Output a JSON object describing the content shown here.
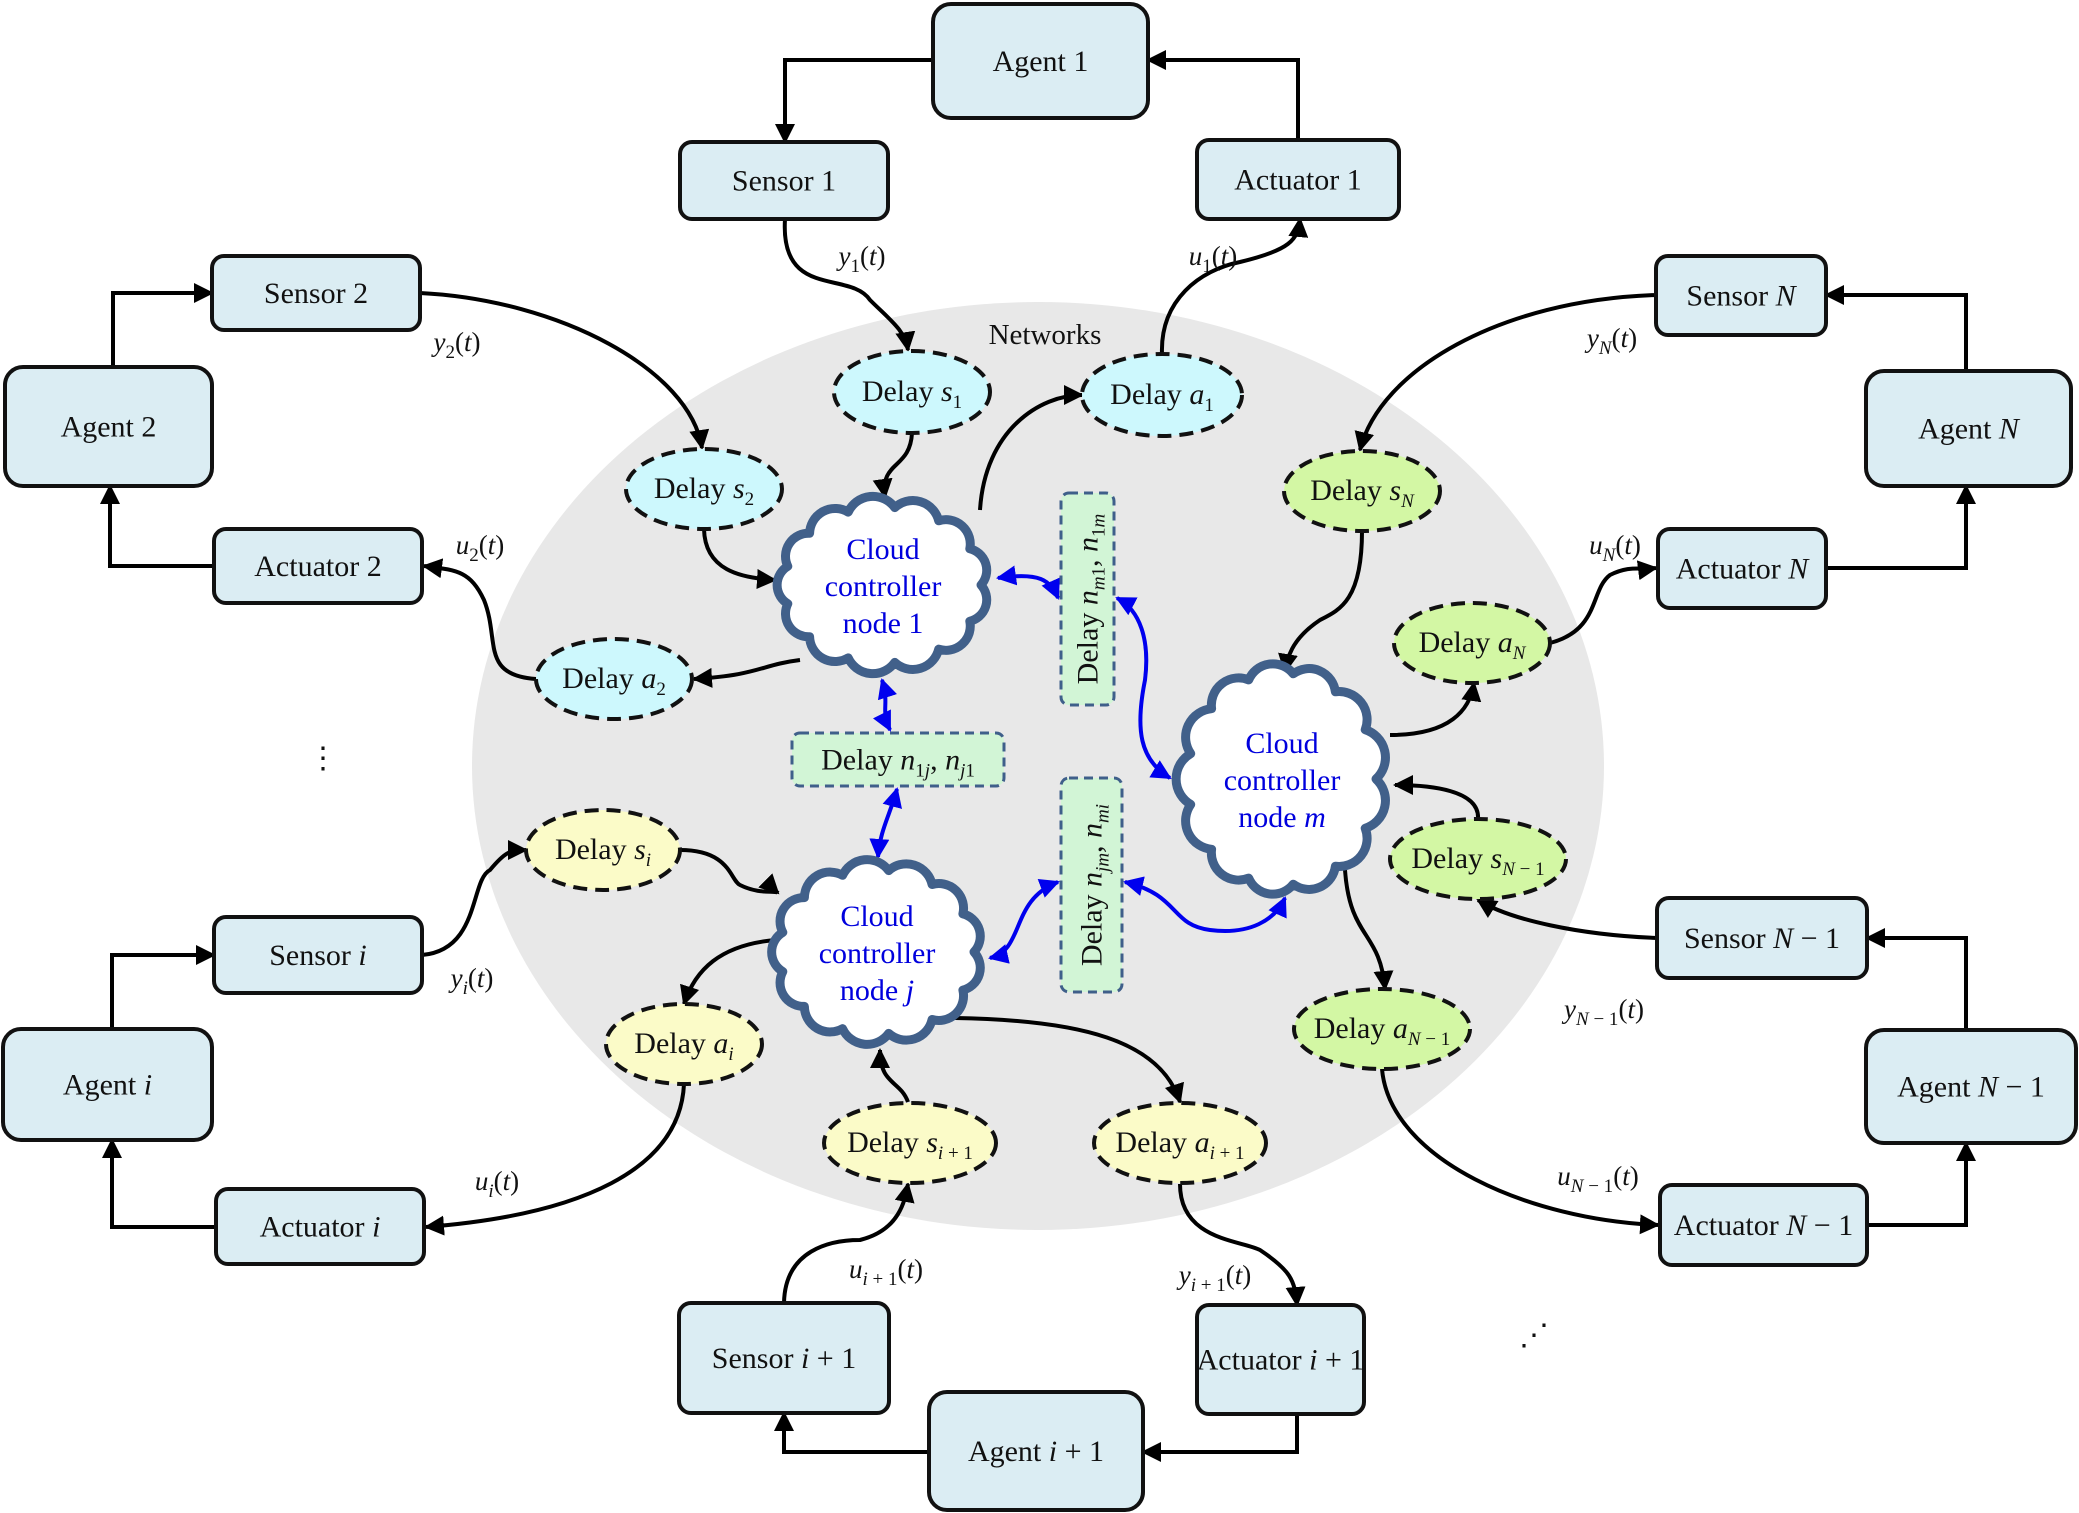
{
  "title": "Networks",
  "colors": {
    "network_region": "#e8e8e8",
    "component_fill": "#dbedf3",
    "component_stroke": "#111111",
    "delay_group_1_2": "#cdf8fd",
    "delay_group_i": "#fbfbc8",
    "delay_group_N": "#d3f7a4",
    "link_delay_fill": "#d2f5d6",
    "link_delay_stroke": "#3f5f8a",
    "cloud_stroke": "#41608a",
    "cloud_text": "#0000dd",
    "link_arrow": "#0000ee",
    "signal_arrow": "#000000"
  },
  "agents": [
    {
      "id": "agent-1",
      "label": [
        {
          "t": "Agent 1"
        }
      ]
    },
    {
      "id": "agent-2",
      "label": [
        {
          "t": "Agent 2"
        }
      ]
    },
    {
      "id": "agent-n",
      "label": [
        {
          "t": "Agent "
        },
        {
          "t": "N",
          "i": true
        }
      ]
    },
    {
      "id": "agent-i",
      "label": [
        {
          "t": "Agent "
        },
        {
          "t": "i",
          "i": true
        }
      ]
    },
    {
      "id": "agent-i-plus-1",
      "label": [
        {
          "t": "Agent "
        },
        {
          "t": "i",
          "i": true
        },
        {
          "t": " + 1"
        }
      ]
    },
    {
      "id": "agent-n-minus-1",
      "label": [
        {
          "t": "Agent "
        },
        {
          "t": "N",
          "i": true
        },
        {
          "t": " − 1"
        }
      ]
    }
  ],
  "sensors": [
    {
      "id": "sensor-1",
      "label": [
        {
          "t": "Sensor 1"
        }
      ]
    },
    {
      "id": "sensor-2",
      "label": [
        {
          "t": "Sensor 2"
        }
      ]
    },
    {
      "id": "sensor-n",
      "label": [
        {
          "t": "Sensor "
        },
        {
          "t": "N",
          "i": true
        }
      ]
    },
    {
      "id": "sensor-i",
      "label": [
        {
          "t": "Sensor "
        },
        {
          "t": "i",
          "i": true
        }
      ]
    },
    {
      "id": "sensor-i-plus-1",
      "label": [
        {
          "t": "Sensor "
        },
        {
          "t": "i",
          "i": true
        },
        {
          "t": " + 1"
        }
      ]
    },
    {
      "id": "sensor-n-minus-1",
      "label": [
        {
          "t": "Sensor "
        },
        {
          "t": "N",
          "i": true
        },
        {
          "t": " − 1"
        }
      ]
    }
  ],
  "actuators": [
    {
      "id": "actuator-1",
      "label": [
        {
          "t": "Actuator 1"
        }
      ]
    },
    {
      "id": "actuator-2",
      "label": [
        {
          "t": "Actuator 2"
        }
      ]
    },
    {
      "id": "actuator-n",
      "label": [
        {
          "t": "Actuator "
        },
        {
          "t": "N",
          "i": true
        }
      ]
    },
    {
      "id": "actuator-i",
      "label": [
        {
          "t": "Actuator "
        },
        {
          "t": "i",
          "i": true
        }
      ]
    },
    {
      "id": "actuator-i-plus-1",
      "label": [
        {
          "t": "Actuator "
        },
        {
          "t": "i",
          "i": true
        },
        {
          "t": " + 1"
        }
      ]
    },
    {
      "id": "actuator-n-minus-1",
      "label": [
        {
          "t": "Actuator "
        },
        {
          "t": "N",
          "i": true
        },
        {
          "t": " − 1"
        }
      ]
    }
  ],
  "delays": [
    {
      "id": "delay-s1",
      "group": "delay_group_1_2",
      "label": [
        {
          "t": "Delay "
        },
        {
          "t": "s",
          "i": true
        },
        {
          "t": "1",
          "sub": true
        }
      ]
    },
    {
      "id": "delay-a1",
      "group": "delay_group_1_2",
      "label": [
        {
          "t": "Delay "
        },
        {
          "t": "a",
          "i": true
        },
        {
          "t": "1",
          "sub": true
        }
      ]
    },
    {
      "id": "delay-s2",
      "group": "delay_group_1_2",
      "label": [
        {
          "t": "Delay "
        },
        {
          "t": "s",
          "i": true
        },
        {
          "t": "2",
          "sub": true
        }
      ]
    },
    {
      "id": "delay-a2",
      "group": "delay_group_1_2",
      "label": [
        {
          "t": "Delay "
        },
        {
          "t": "a",
          "i": true
        },
        {
          "t": "2",
          "sub": true
        }
      ]
    },
    {
      "id": "delay-sN",
      "group": "delay_group_N",
      "label": [
        {
          "t": "Delay "
        },
        {
          "t": "s",
          "i": true
        },
        {
          "t": "N",
          "sub": true,
          "i": true
        }
      ]
    },
    {
      "id": "delay-aN",
      "group": "delay_group_N",
      "label": [
        {
          "t": "Delay "
        },
        {
          "t": "a",
          "i": true
        },
        {
          "t": "N",
          "sub": true,
          "i": true
        }
      ]
    },
    {
      "id": "delay-sN-1",
      "group": "delay_group_N",
      "label": [
        {
          "t": "Delay "
        },
        {
          "t": "s",
          "i": true
        },
        {
          "t": "N",
          "sub": true,
          "i": true
        },
        {
          "t": " − 1",
          "sub": true
        }
      ]
    },
    {
      "id": "delay-aN-1",
      "group": "delay_group_N",
      "label": [
        {
          "t": "Delay "
        },
        {
          "t": "a",
          "i": true
        },
        {
          "t": "N",
          "sub": true,
          "i": true
        },
        {
          "t": " − 1",
          "sub": true
        }
      ]
    },
    {
      "id": "delay-si",
      "group": "delay_group_i",
      "label": [
        {
          "t": "Delay "
        },
        {
          "t": "s",
          "i": true
        },
        {
          "t": "i",
          "sub": true,
          "i": true
        }
      ]
    },
    {
      "id": "delay-ai",
      "group": "delay_group_i",
      "label": [
        {
          "t": "Delay "
        },
        {
          "t": "a",
          "i": true
        },
        {
          "t": "i",
          "sub": true,
          "i": true
        }
      ]
    },
    {
      "id": "delay-si+1",
      "group": "delay_group_i",
      "label": [
        {
          "t": "Delay "
        },
        {
          "t": "s",
          "i": true
        },
        {
          "t": "i",
          "sub": true,
          "i": true
        },
        {
          "t": " + 1",
          "sub": true
        }
      ]
    },
    {
      "id": "delay-ai+1",
      "group": "delay_group_i",
      "label": [
        {
          "t": "Delay "
        },
        {
          "t": "a",
          "i": true
        },
        {
          "t": "i",
          "sub": true,
          "i": true
        },
        {
          "t": " + 1",
          "sub": true
        }
      ]
    }
  ],
  "clouds": [
    {
      "id": "cloud-node-1",
      "lines": [
        [
          {
            "t": "Cloud"
          }
        ],
        [
          {
            "t": "controller"
          }
        ],
        [
          {
            "t": "node 1"
          }
        ]
      ]
    },
    {
      "id": "cloud-node-j",
      "lines": [
        [
          {
            "t": "Cloud"
          }
        ],
        [
          {
            "t": "controller"
          }
        ],
        [
          {
            "t": "node "
          },
          {
            "t": "j",
            "i": true
          }
        ]
      ]
    },
    {
      "id": "cloud-node-m",
      "lines": [
        [
          {
            "t": "Cloud"
          }
        ],
        [
          {
            "t": "controller"
          }
        ],
        [
          {
            "t": "node "
          },
          {
            "t": "m",
            "i": true
          }
        ]
      ]
    }
  ],
  "link_delays": [
    {
      "id": "delay-nm1-n1m",
      "vertical": true,
      "label": [
        {
          "t": "Delay "
        },
        {
          "t": "n",
          "i": true
        },
        {
          "t": "m",
          "sub": true,
          "i": true
        },
        {
          "t": "1",
          "sub": true
        },
        {
          "t": ", "
        },
        {
          "t": "n",
          "i": true
        },
        {
          "t": "1",
          "sub": true
        },
        {
          "t": "m",
          "sub": true,
          "i": true
        }
      ]
    },
    {
      "id": "delay-n1j-nj1",
      "vertical": false,
      "label": [
        {
          "t": "Delay "
        },
        {
          "t": "n",
          "i": true
        },
        {
          "t": "1",
          "sub": true
        },
        {
          "t": "j",
          "sub": true,
          "i": true
        },
        {
          "t": ", "
        },
        {
          "t": "n",
          "i": true
        },
        {
          "t": "j",
          "sub": true,
          "i": true
        },
        {
          "t": "1",
          "sub": true
        }
      ]
    },
    {
      "id": "delay-njm-nmi",
      "vertical": true,
      "label": [
        {
          "t": "Delay "
        },
        {
          "t": "n",
          "i": true
        },
        {
          "t": "jm",
          "sub": true,
          "i": true
        },
        {
          "t": ", "
        },
        {
          "t": "n",
          "i": true
        },
        {
          "t": "mi",
          "sub": true,
          "i": true
        }
      ]
    }
  ],
  "signals": [
    {
      "id": "signal-y1",
      "label": [
        {
          "t": "y",
          "i": true
        },
        {
          "t": "1",
          "sub": true
        },
        {
          "t": "("
        },
        {
          "t": "t",
          "i": true
        },
        {
          "t": ")"
        }
      ]
    },
    {
      "id": "signal-u1",
      "label": [
        {
          "t": "u",
          "i": true
        },
        {
          "t": "1",
          "sub": true
        },
        {
          "t": "("
        },
        {
          "t": "t",
          "i": true
        },
        {
          "t": ")"
        }
      ]
    },
    {
      "id": "signal-y2",
      "label": [
        {
          "t": "y",
          "i": true
        },
        {
          "t": "2",
          "sub": true
        },
        {
          "t": "("
        },
        {
          "t": "t",
          "i": true
        },
        {
          "t": ")"
        }
      ]
    },
    {
      "id": "signal-u2",
      "label": [
        {
          "t": "u",
          "i": true
        },
        {
          "t": "2",
          "sub": true
        },
        {
          "t": "("
        },
        {
          "t": "t",
          "i": true
        },
        {
          "t": ")"
        }
      ]
    },
    {
      "id": "signal-yN",
      "label": [
        {
          "t": "y",
          "i": true
        },
        {
          "t": "N",
          "sub": true,
          "i": true
        },
        {
          "t": "("
        },
        {
          "t": "t",
          "i": true
        },
        {
          "t": ")"
        }
      ]
    },
    {
      "id": "signal-uN",
      "label": [
        {
          "t": "u",
          "i": true
        },
        {
          "t": "N",
          "sub": true,
          "i": true
        },
        {
          "t": "("
        },
        {
          "t": "t",
          "i": true
        },
        {
          "t": ")"
        }
      ]
    },
    {
      "id": "signal-yi",
      "label": [
        {
          "t": "y",
          "i": true
        },
        {
          "t": "i",
          "sub": true,
          "i": true
        },
        {
          "t": "("
        },
        {
          "t": "t",
          "i": true
        },
        {
          "t": ")"
        }
      ]
    },
    {
      "id": "signal-ui",
      "label": [
        {
          "t": "u",
          "i": true
        },
        {
          "t": "i",
          "sub": true,
          "i": true
        },
        {
          "t": "("
        },
        {
          "t": "t",
          "i": true
        },
        {
          "t": ")"
        }
      ]
    },
    {
      "id": "signal-ui+1",
      "label": [
        {
          "t": "u",
          "i": true
        },
        {
          "t": "i",
          "sub": true,
          "i": true
        },
        {
          "t": " + 1",
          "sub": true
        },
        {
          "t": "("
        },
        {
          "t": "t",
          "i": true
        },
        {
          "t": ")"
        }
      ]
    },
    {
      "id": "signal-yi+1",
      "label": [
        {
          "t": "y",
          "i": true
        },
        {
          "t": "i",
          "sub": true,
          "i": true
        },
        {
          "t": " + 1",
          "sub": true
        },
        {
          "t": "("
        },
        {
          "t": "t",
          "i": true
        },
        {
          "t": ")"
        }
      ]
    },
    {
      "id": "signal-yN-1",
      "label": [
        {
          "t": "y",
          "i": true
        },
        {
          "t": "N",
          "sub": true,
          "i": true
        },
        {
          "t": " − 1",
          "sub": true
        },
        {
          "t": "("
        },
        {
          "t": "t",
          "i": true
        },
        {
          "t": ")"
        }
      ]
    },
    {
      "id": "signal-uN-1",
      "label": [
        {
          "t": "u",
          "i": true
        },
        {
          "t": "N",
          "sub": true,
          "i": true
        },
        {
          "t": " − 1",
          "sub": true
        },
        {
          "t": "("
        },
        {
          "t": "t",
          "i": true
        },
        {
          "t": ")"
        }
      ]
    }
  ],
  "ellipsis": {
    "vertical": "⋮",
    "diagonal": "⋰"
  }
}
